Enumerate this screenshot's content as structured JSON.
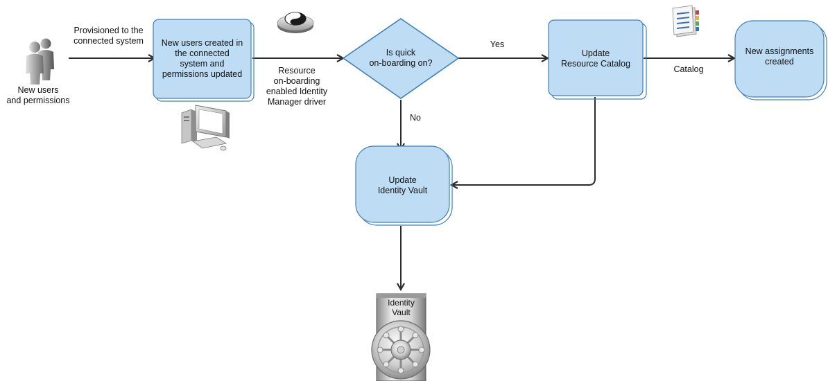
{
  "colors": {
    "box_fill": "#bedcf4",
    "box_stroke": "#3f7fb8",
    "arrow": "#2b2b2b"
  },
  "source": {
    "icon": "users-icon",
    "label_line1": "New users",
    "label_line2": "and permissions"
  },
  "edges": {
    "provisioned_line1": "Provisioned to the",
    "provisioned_line2": "connected system",
    "driver_line1": "Resource",
    "driver_line2": "on-boarding",
    "driver_line3": "enabled Identity",
    "driver_line4": "Manager driver",
    "yes": "Yes",
    "no": "No",
    "catalog": "Catalog"
  },
  "nodes": {
    "new_users": {
      "line1": "New users created in",
      "line2": "the connected",
      "line3": "system and",
      "line4": "permissions updated"
    },
    "decision": {
      "line1": "Is quick",
      "line2": "on-boarding on?"
    },
    "update_catalog": {
      "line1": "Update",
      "line2": "Resource Catalog"
    },
    "new_assignments": {
      "line1": "New assignments",
      "line2": "created"
    },
    "update_vault": {
      "line1": "Update",
      "line2": "Identity Vault"
    },
    "identity_vault": {
      "line1": "Identity",
      "line2": "Vault"
    }
  },
  "icons": {
    "driver": "yin-yang-icon",
    "computer": "computer-icon",
    "catalog": "catalog-book-icon",
    "vault": "vault-icon"
  }
}
